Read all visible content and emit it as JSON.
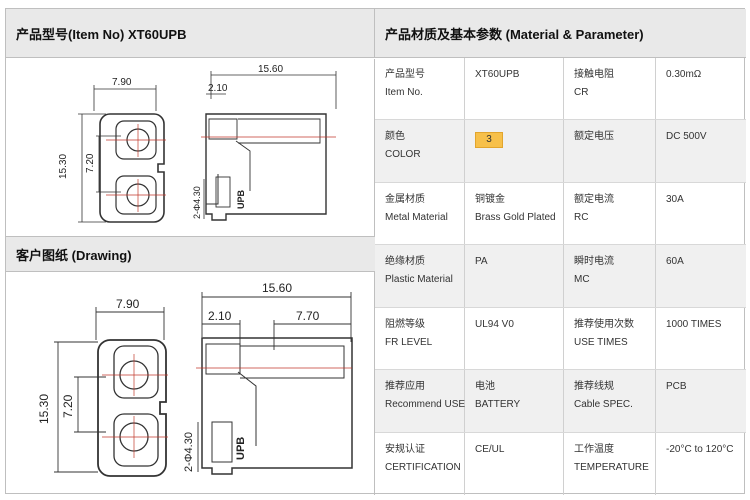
{
  "headers": {
    "item_no": "产品型号(Item No)  XT60UPB",
    "drawing": "客户图纸 (Drawing)",
    "material": "产品材质及基本参数 (Material & Parameter)"
  },
  "dims_top": {
    "d1": "7.90",
    "d2": "15.60",
    "d3": "2.10",
    "d4": "15.30",
    "d5": "7.20",
    "d6": "2-Φ4.30",
    "marking": "UPB"
  },
  "dims_bottom": {
    "d1": "7.90",
    "d2": "15.60",
    "d3": "2.10",
    "d4": "7.70",
    "d5": "15.30",
    "d6": "7.20",
    "d7": "2-Φ4.30",
    "marking": "UPB"
  },
  "params": [
    {
      "l1": "产品型号",
      "l2": "Item No.",
      "v1": "XT60UPB",
      "r1": "接触电阻",
      "r2": "CR",
      "rv": "0.30mΩ"
    },
    {
      "l1": "颜色",
      "l2": "COLOR",
      "v1": "3",
      "r1": "额定电压",
      "r2": "",
      "rv": "DC 500V"
    },
    {
      "l1": "金属材质",
      "l2": "Metal Material",
      "v1": "铜镀金",
      "v2": "Brass Gold Plated",
      "r1": "额定电流",
      "r2": "RC",
      "rv": "30A"
    },
    {
      "l1": "绝缘材质",
      "l2": "Plastic Material",
      "v1": "PA",
      "r1": "瞬时电流",
      "r2": "MC",
      "rv": "60A"
    },
    {
      "l1": "阻燃等级",
      "l2": "FR LEVEL",
      "v1": "UL94 V0",
      "r1": "推荐使用次数",
      "r2": "USE TIMES",
      "rv": "1000 TIMES"
    },
    {
      "l1": "推荐应用",
      "l2": "Recommend USE",
      "v1": "电池",
      "v2": "BATTERY",
      "r1": "推荐线规",
      "r2": "Cable SPEC.",
      "rv": "PCB"
    },
    {
      "l1": "安规认证",
      "l2": "CERTIFICATION",
      "v1": "CE/UL",
      "r1": "工作温度",
      "r2": "TEMPERATURE",
      "rv": "-20°C to 120°C"
    }
  ],
  "colors": {
    "swatch": "#f7c04a",
    "header_bg": "#e9e9e9",
    "row_alt": "#f0f0f0"
  }
}
